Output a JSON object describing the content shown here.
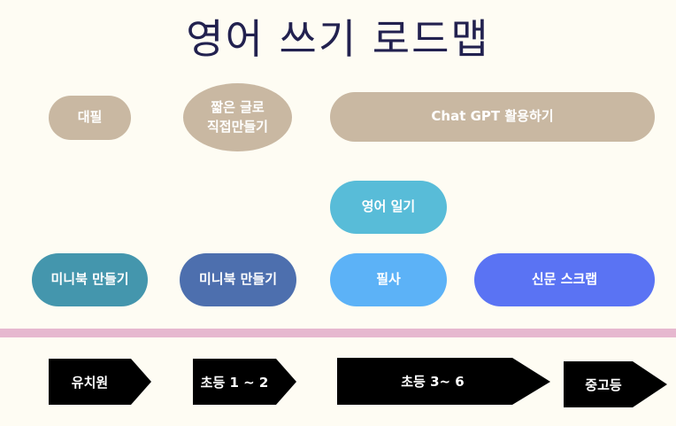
{
  "title": "영어 쓰기 로드맵",
  "activities": {
    "daepil": "대필",
    "short_writing": "짧은 글로\n직접만들기",
    "chatgpt": "Chat GPT 활용하기",
    "diary": "영어 일기",
    "minibook_1": "미니북 만들기",
    "minibook_2": "미니북 만들기",
    "pilsa": "필사",
    "newspaper": "신문 스크랩"
  },
  "stages": [
    "유치원",
    "초등 1 ~ 2",
    "초등 3~ 6",
    "중고등"
  ],
  "colors": {
    "background": "#fefcf3",
    "title": "#22214f",
    "tan": "#c9b8a2",
    "diary": "#58bcd8",
    "minibook_1": "#4496ad",
    "minibook_2": "#4d6fae",
    "pilsa": "#5cb2f7",
    "newspaper": "#5a73f3",
    "band": "#e6b8cf",
    "stage_arrow": "#000000"
  }
}
